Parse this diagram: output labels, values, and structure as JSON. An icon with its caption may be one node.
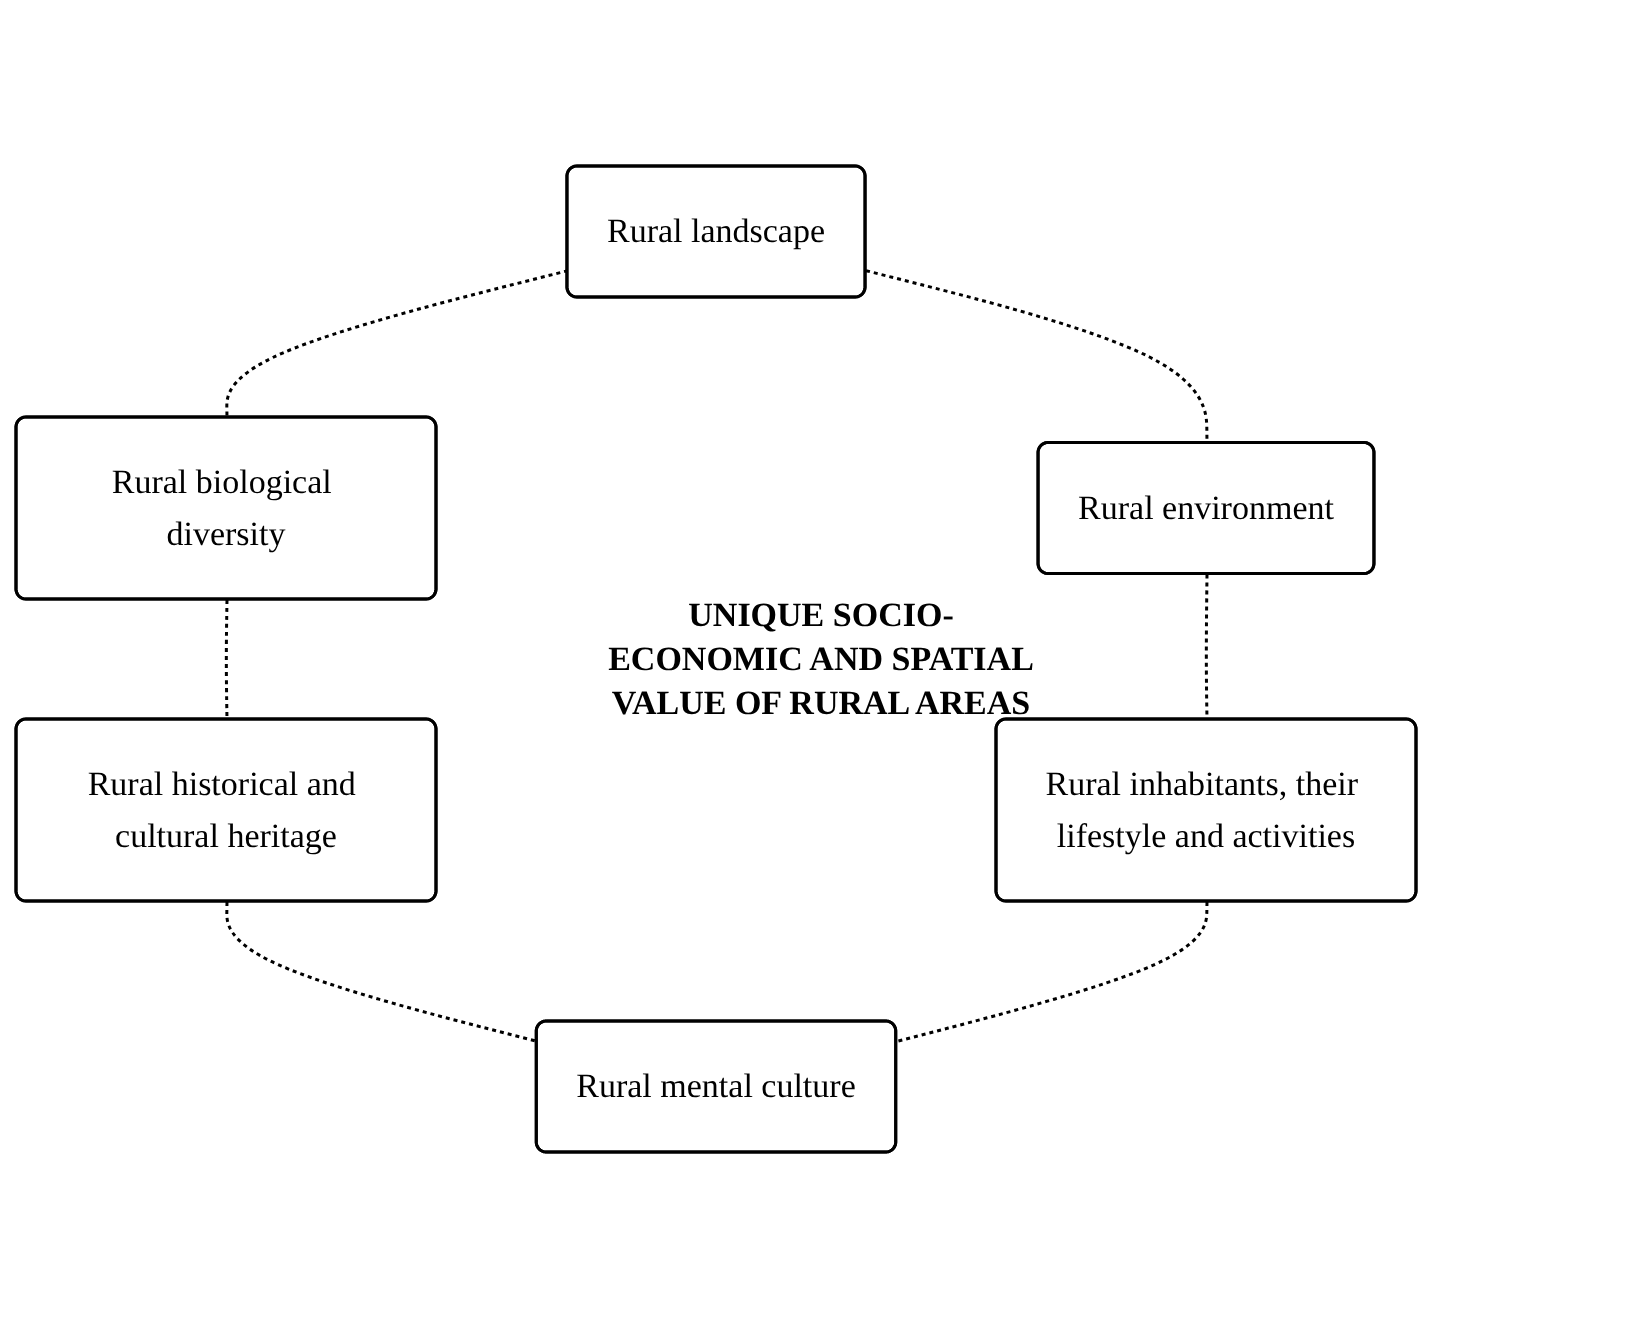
{
  "diagram": {
    "nodes": [
      {
        "text": [
          "Rural landscape"
        ]
      },
      {
        "text": [
          "Rural environment"
        ]
      },
      {
        "text": [
          "Rural biological diversity"
        ]
      },
      {
        "text": [
          "Rural inhabitants, their lifestyle and activities"
        ]
      },
      {
        "text": [
          "Rural historical and cultural heritage"
        ]
      },
      {
        "text": [
          "Rural mental culture"
        ]
      }
    ],
    "edges": [
      {
        "from": 0,
        "to": 2,
        "arrow": "none",
        "style": "dashed"
      },
      {
        "from": 2,
        "to": 4,
        "arrow": "none",
        "style": "dashed"
      },
      {
        "from": 4,
        "to": 5,
        "arrow": "none",
        "style": "dashed"
      },
      {
        "from": 3,
        "to": 5,
        "arrow": "none",
        "style": "dashed"
      },
      {
        "from": 1,
        "to": 3,
        "arrow": "none",
        "style": "dashed"
      },
      {
        "from": 0,
        "to": 1,
        "arrow": "none",
        "style": "dashed"
      }
    ],
    "labels": [
      "UNIQUE SOCIO-ECONOMIC AND SPATIAL VALUE OF RURAL AREAS"
    ]
  }
}
